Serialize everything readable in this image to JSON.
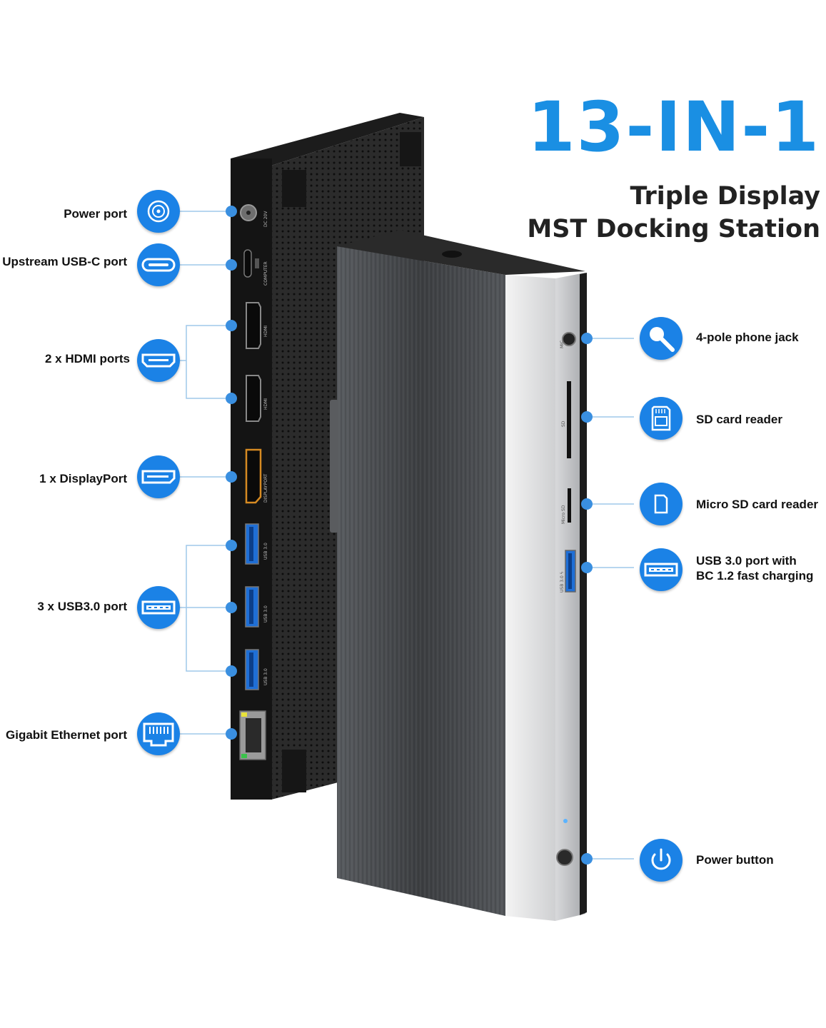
{
  "header": {
    "headline": "13-IN-1",
    "subtitle_line1": "Triple Display",
    "subtitle_line2": "MST Docking Station"
  },
  "left_features": [
    {
      "label": "Power port",
      "icon": "power-jack-icon"
    },
    {
      "label": "Upstream USB-C port",
      "icon": "usb-c-icon"
    },
    {
      "label": "2 x HDMI ports",
      "icon": "hdmi-icon"
    },
    {
      "label": "1 x DisplayPort",
      "icon": "displayport-icon"
    },
    {
      "label": "3 x USB3.0 port",
      "icon": "usb-a-icon"
    },
    {
      "label": "Gigabit Ethernet port",
      "icon": "ethernet-icon"
    }
  ],
  "right_features": [
    {
      "label": "4-pole phone jack",
      "icon": "microphone-icon"
    },
    {
      "label": "SD card reader",
      "icon": "sd-card-icon"
    },
    {
      "label": "Micro SD card reader",
      "icon": "micro-sd-icon"
    },
    {
      "label_line1": "USB 3.0 port with",
      "label_line2": "BC 1.2 fast charging",
      "icon": "usb-a-icon"
    },
    {
      "label": "Power button",
      "icon": "power-button-icon"
    }
  ],
  "port_markings": {
    "dc": "DC 20V",
    "computer": "COMPUTER",
    "hdmi": "HDMI",
    "displayport": "DISPLAYPORT",
    "usb": "USB 3.0",
    "sd": "SD",
    "microsd": "Micro SD",
    "usb_charge": "USB 3.0 ϟ",
    "mic": "MIC"
  },
  "colors": {
    "accent": "#1a8fe3",
    "icon_circle": "#1b82e6",
    "connector_line": "#9fc8ea",
    "dot": "#3a8fe0"
  }
}
